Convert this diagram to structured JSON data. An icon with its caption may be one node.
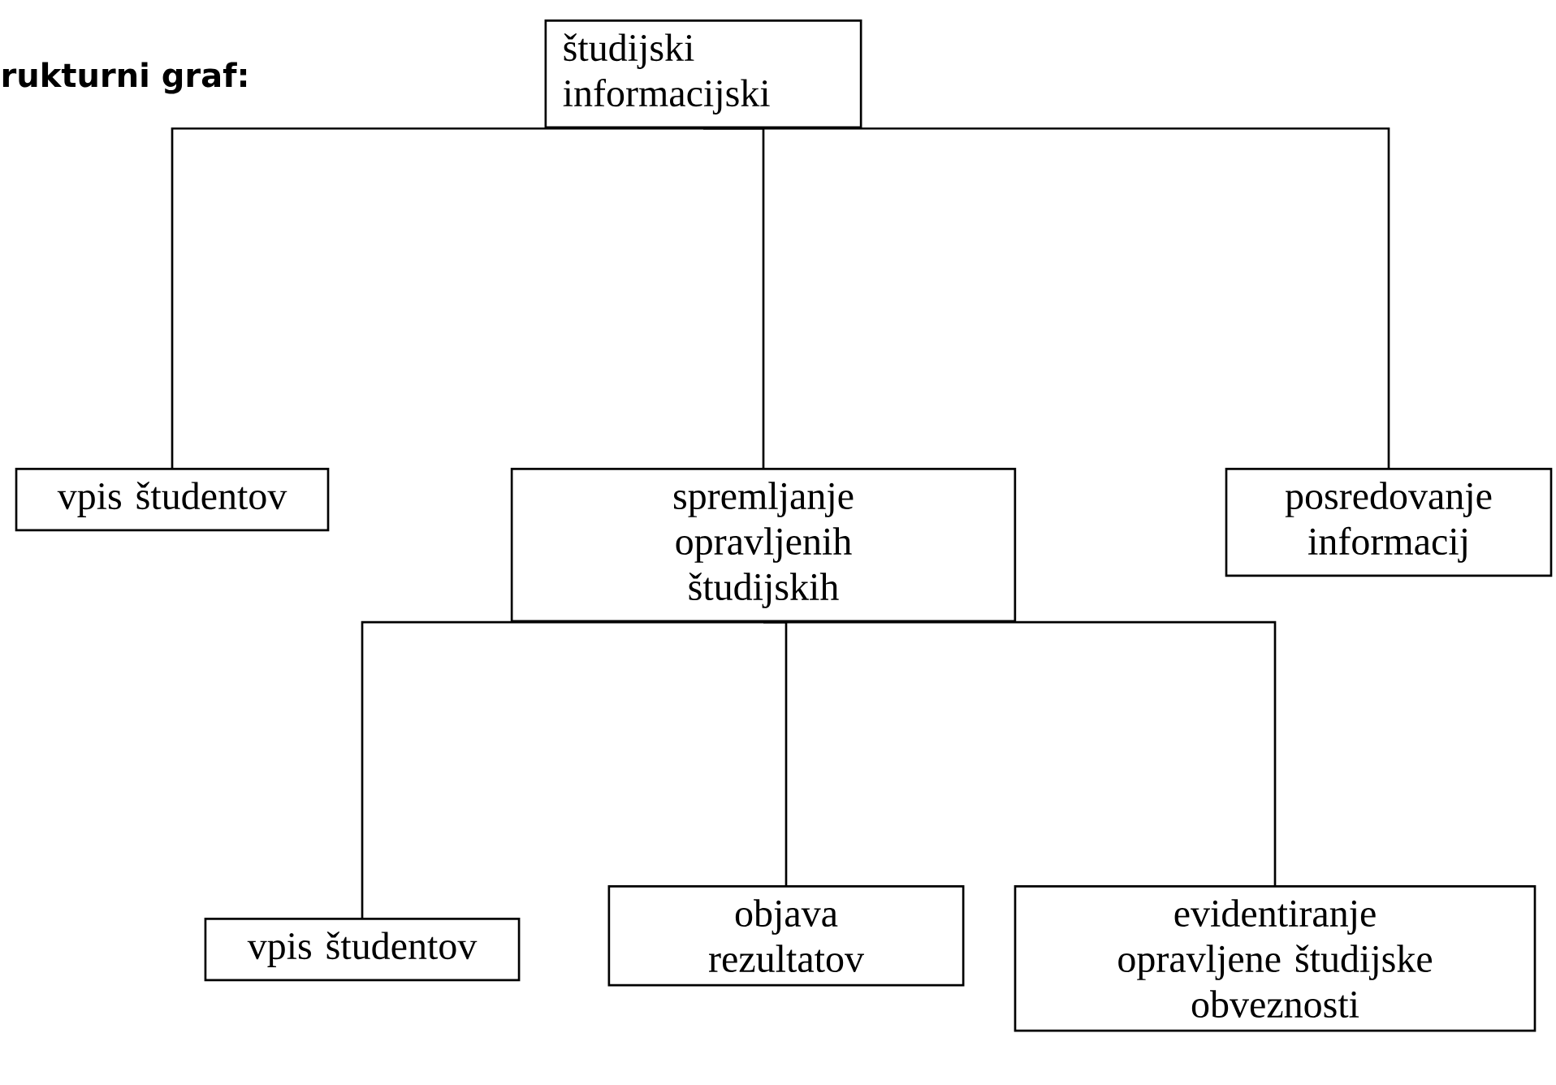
{
  "diagram": {
    "title": "rukturni graf:",
    "nodes": [
      {
        "text": [
          "študijski informacijski"
        ]
      },
      {
        "text": [
          "vpis študentov"
        ]
      },
      {
        "text": [
          "spremljanje opravljenih študijskih"
        ]
      },
      {
        "text": [
          "posredovanje informacij"
        ]
      },
      {
        "text": [
          "vpis študentov"
        ]
      },
      {
        "text": [
          "objava rezultatov"
        ]
      },
      {
        "text": [
          "evidentiranje opravljene študijske obveznosti"
        ]
      }
    ],
    "edges": [
      {
        "from": 0,
        "to": 1,
        "arrow": "none"
      },
      {
        "from": 0,
        "to": 2,
        "arrow": "none"
      },
      {
        "from": 0,
        "to": 3,
        "arrow": "none"
      },
      {
        "from": 2,
        "to": 4,
        "arrow": "none"
      },
      {
        "from": 2,
        "to": 5,
        "arrow": "none"
      },
      {
        "from": 2,
        "to": 6,
        "arrow": "none"
      }
    ]
  }
}
